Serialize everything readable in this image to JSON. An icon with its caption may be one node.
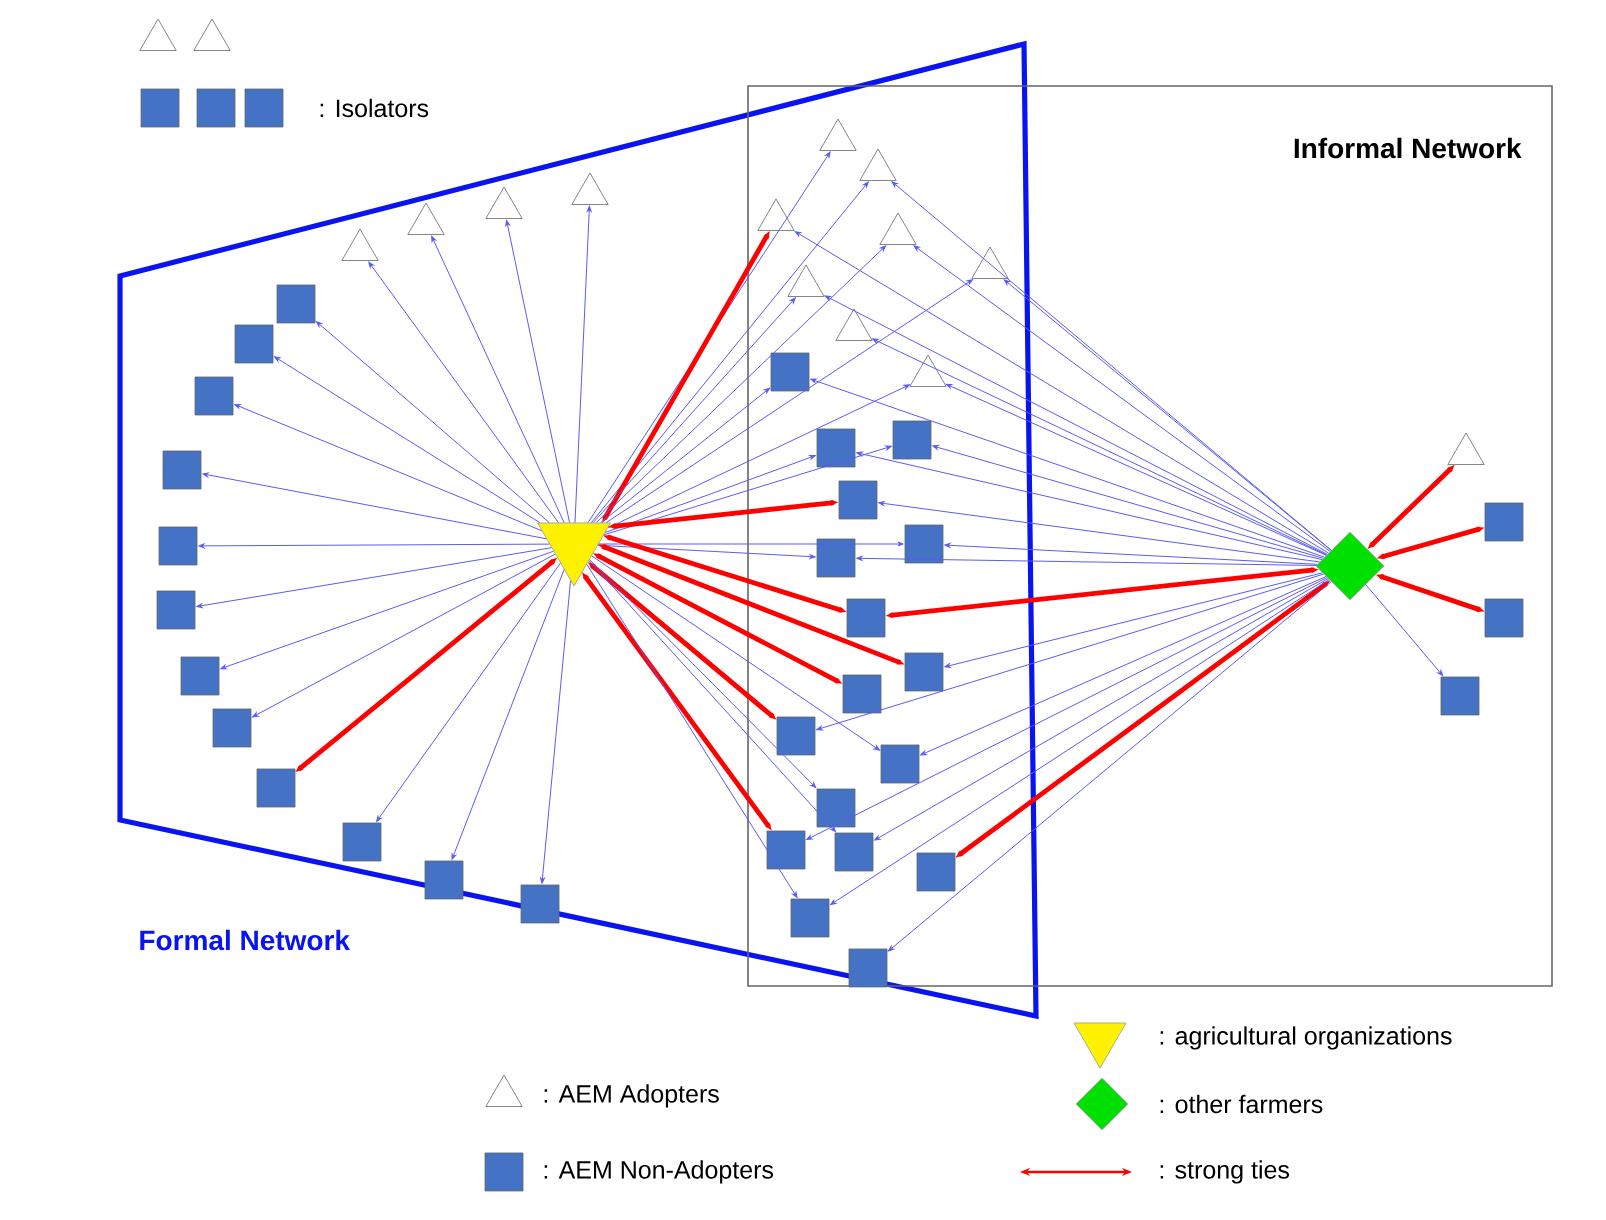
{
  "diagram": {
    "nodes": [
      {
        "text": [],
        "shape": "triangle"
      },
      {
        "text": [],
        "shape": "triangle"
      },
      {
        "text": [],
        "shape": "box"
      },
      {
        "text": [],
        "shape": "box"
      },
      {
        "text": [],
        "shape": "box"
      },
      {
        "text": [
          "Formal Network"
        ]
      },
      {
        "text": [
          "Informal Network"
        ]
      },
      {
        "text": [],
        "shape": "triangle",
        "in": 5
      },
      {
        "text": [],
        "shape": "triangle",
        "in": 5
      },
      {
        "text": [],
        "shape": "triangle",
        "in": 5
      },
      {
        "text": [],
        "shape": "triangle",
        "in": 5
      },
      {
        "text": [],
        "shape": "box",
        "in": 5
      },
      {
        "text": [],
        "shape": "box",
        "in": 5
      },
      {
        "text": [],
        "shape": "box",
        "in": 5
      },
      {
        "text": [],
        "shape": "box",
        "in": 5
      },
      {
        "text": [],
        "shape": "box",
        "in": 5
      },
      {
        "text": [],
        "shape": "box",
        "in": 5
      },
      {
        "text": [],
        "shape": "box",
        "in": 5
      },
      {
        "text": [],
        "shape": "box",
        "in": 5
      },
      {
        "text": [],
        "shape": "box",
        "in": 5
      },
      {
        "text": [],
        "shape": "box",
        "in": 5
      },
      {
        "text": [],
        "shape": "box",
        "in": 5
      },
      {
        "text": [],
        "shape": "box",
        "in": 5
      },
      {
        "text": [],
        "shape": "triangle",
        "in": 5
      },
      {
        "text": [],
        "shape": "triangle"
      },
      {
        "text": [],
        "shape": "triangle"
      },
      {
        "text": [],
        "shape": "triangle"
      },
      {
        "text": [],
        "shape": "triangle"
      },
      {
        "text": [],
        "shape": "triangle"
      },
      {
        "text": [],
        "shape": "triangle"
      },
      {
        "text": [],
        "shape": "triangle"
      },
      {
        "text": [],
        "shape": "triangle"
      },
      {
        "text": [],
        "shape": "box"
      },
      {
        "text": [],
        "shape": "box"
      },
      {
        "text": [],
        "shape": "box"
      },
      {
        "text": [],
        "shape": "box"
      },
      {
        "text": [],
        "shape": "box"
      },
      {
        "text": [],
        "shape": "box"
      },
      {
        "text": [],
        "shape": "box"
      },
      {
        "text": [],
        "shape": "box"
      },
      {
        "text": [],
        "shape": "box"
      },
      {
        "text": [],
        "shape": "box"
      },
      {
        "text": [],
        "shape": "box"
      },
      {
        "text": [],
        "shape": "box"
      },
      {
        "text": [],
        "shape": "box"
      },
      {
        "text": [],
        "shape": "box"
      },
      {
        "text": [],
        "shape": "box"
      },
      {
        "text": [],
        "shape": "box"
      },
      {
        "text": [],
        "shape": "box"
      },
      {
        "text": [],
        "shape": "diamond",
        "in": 6
      },
      {
        "text": [],
        "shape": "triangle",
        "in": 6
      },
      {
        "text": [],
        "shape": "box",
        "in": 6
      },
      {
        "text": [],
        "shape": "box",
        "in": 6
      },
      {
        "text": [],
        "shape": "box",
        "in": 6
      }
    ],
    "edges": [
      {
        "from": 23,
        "to": 7,
        "arrow": "to"
      },
      {
        "from": 23,
        "to": 8,
        "arrow": "to"
      },
      {
        "from": 23,
        "to": 9,
        "arrow": "to"
      },
      {
        "from": 23,
        "to": 10,
        "arrow": "to"
      },
      {
        "from": 23,
        "to": 11,
        "arrow": "to"
      },
      {
        "from": 23,
        "to": 12,
        "arrow": "to"
      },
      {
        "from": 23,
        "to": 13,
        "arrow": "to"
      },
      {
        "from": 23,
        "to": 14,
        "arrow": "to"
      },
      {
        "from": 23,
        "to": 15,
        "arrow": "to"
      },
      {
        "from": 23,
        "to": 16,
        "arrow": "to"
      },
      {
        "from": 23,
        "to": 17,
        "arrow": "to"
      },
      {
        "from": 23,
        "to": 18,
        "arrow": "to"
      },
      {
        "from": 23,
        "to": 19,
        "arrow": "both",
        "style": "thick",
        "color": "#ff0000"
      },
      {
        "from": 23,
        "to": 20,
        "arrow": "to"
      },
      {
        "from": 23,
        "to": 21,
        "arrow": "to"
      },
      {
        "from": 23,
        "to": 22,
        "arrow": "to"
      },
      {
        "from": 23,
        "to": 24,
        "arrow": "to"
      },
      {
        "from": 23,
        "to": 25,
        "arrow": "to"
      },
      {
        "from": 23,
        "to": 26,
        "arrow": "both",
        "style": "thick",
        "color": "#ff0000"
      },
      {
        "from": 23,
        "to": 27,
        "arrow": "to"
      },
      {
        "from": 23,
        "to": 28,
        "arrow": "to"
      },
      {
        "from": 23,
        "to": 29,
        "arrow": "to"
      },
      {
        "from": 23,
        "to": 31,
        "arrow": "to"
      },
      {
        "from": 23,
        "to": 32,
        "arrow": "to"
      },
      {
        "from": 23,
        "to": 33,
        "arrow": "to"
      },
      {
        "from": 23,
        "to": 34,
        "arrow": "to"
      },
      {
        "from": 23,
        "to": 35,
        "arrow": "both",
        "style": "thick",
        "color": "#ff0000"
      },
      {
        "from": 23,
        "to": 36,
        "arrow": "to"
      },
      {
        "from": 23,
        "to": 37,
        "arrow": "to"
      },
      {
        "from": 23,
        "to": 38,
        "arrow": "both",
        "style": "thick",
        "color": "#ff0000"
      },
      {
        "from": 23,
        "to": 39,
        "arrow": "both",
        "style": "thick",
        "color": "#ff0000"
      },
      {
        "from": 23,
        "to": 40,
        "arrow": "both",
        "style": "thick",
        "color": "#ff0000"
      },
      {
        "from": 23,
        "to": 41,
        "arrow": "both",
        "style": "thick",
        "color": "#ff0000"
      },
      {
        "from": 23,
        "to": 42,
        "arrow": "to"
      },
      {
        "from": 23,
        "to": 43,
        "arrow": "to"
      },
      {
        "from": 23,
        "to": 44,
        "arrow": "both",
        "style": "thick",
        "color": "#ff0000"
      },
      {
        "from": 23,
        "to": 45,
        "arrow": "to"
      },
      {
        "from": 23,
        "to": 47,
        "arrow": "to"
      },
      {
        "from": 49,
        "to": 25,
        "arrow": "to"
      },
      {
        "from": 49,
        "to": 26,
        "arrow": "to"
      },
      {
        "from": 49,
        "to": 27,
        "arrow": "to"
      },
      {
        "from": 49,
        "to": 28,
        "arrow": "to"
      },
      {
        "from": 49,
        "to": 29,
        "arrow": "to"
      },
      {
        "from": 49,
        "to": 30,
        "arrow": "to"
      },
      {
        "from": 49,
        "to": 31,
        "arrow": "to"
      },
      {
        "from": 49,
        "to": 32,
        "arrow": "to"
      },
      {
        "from": 49,
        "to": 33,
        "arrow": "to"
      },
      {
        "from": 49,
        "to": 34,
        "arrow": "to"
      },
      {
        "from": 49,
        "to": 35,
        "arrow": "to"
      },
      {
        "from": 49,
        "to": 36,
        "arrow": "to"
      },
      {
        "from": 49,
        "to": 37,
        "arrow": "to"
      },
      {
        "from": 49,
        "to": 38,
        "arrow": "both",
        "style": "thick",
        "color": "#ff0000"
      },
      {
        "from": 49,
        "to": 39,
        "arrow": "to"
      },
      {
        "from": 49,
        "to": 41,
        "arrow": "to"
      },
      {
        "from": 49,
        "to": 42,
        "arrow": "to"
      },
      {
        "from": 49,
        "to": 44,
        "arrow": "to"
      },
      {
        "from": 49,
        "to": 45,
        "arrow": "to"
      },
      {
        "from": 49,
        "to": 46,
        "arrow": "both",
        "style": "thick",
        "color": "#ff0000"
      },
      {
        "from": 49,
        "to": 47,
        "arrow": "to"
      },
      {
        "from": 49,
        "to": 48,
        "arrow": "to"
      },
      {
        "from": 49,
        "to": 50,
        "arrow": "both",
        "style": "thick",
        "color": "#ff0000"
      },
      {
        "from": 49,
        "to": 51,
        "arrow": "both",
        "style": "thick",
        "color": "#ff0000"
      },
      {
        "from": 49,
        "to": 52,
        "arrow": "both",
        "style": "thick",
        "color": "#ff0000"
      },
      {
        "from": 49,
        "to": 53,
        "arrow": "to"
      }
    ],
    "labels": [
      ": Isolators"
    ],
    "legend": [
      {
        "text": ": agricultural organizations"
      },
      {
        "text": ": AEM Adopters"
      },
      {
        "text": ": other farmers"
      },
      {
        "text": ": AEM Non-Adopters"
      },
      {
        "text": ": strong ties"
      }
    ]
  }
}
